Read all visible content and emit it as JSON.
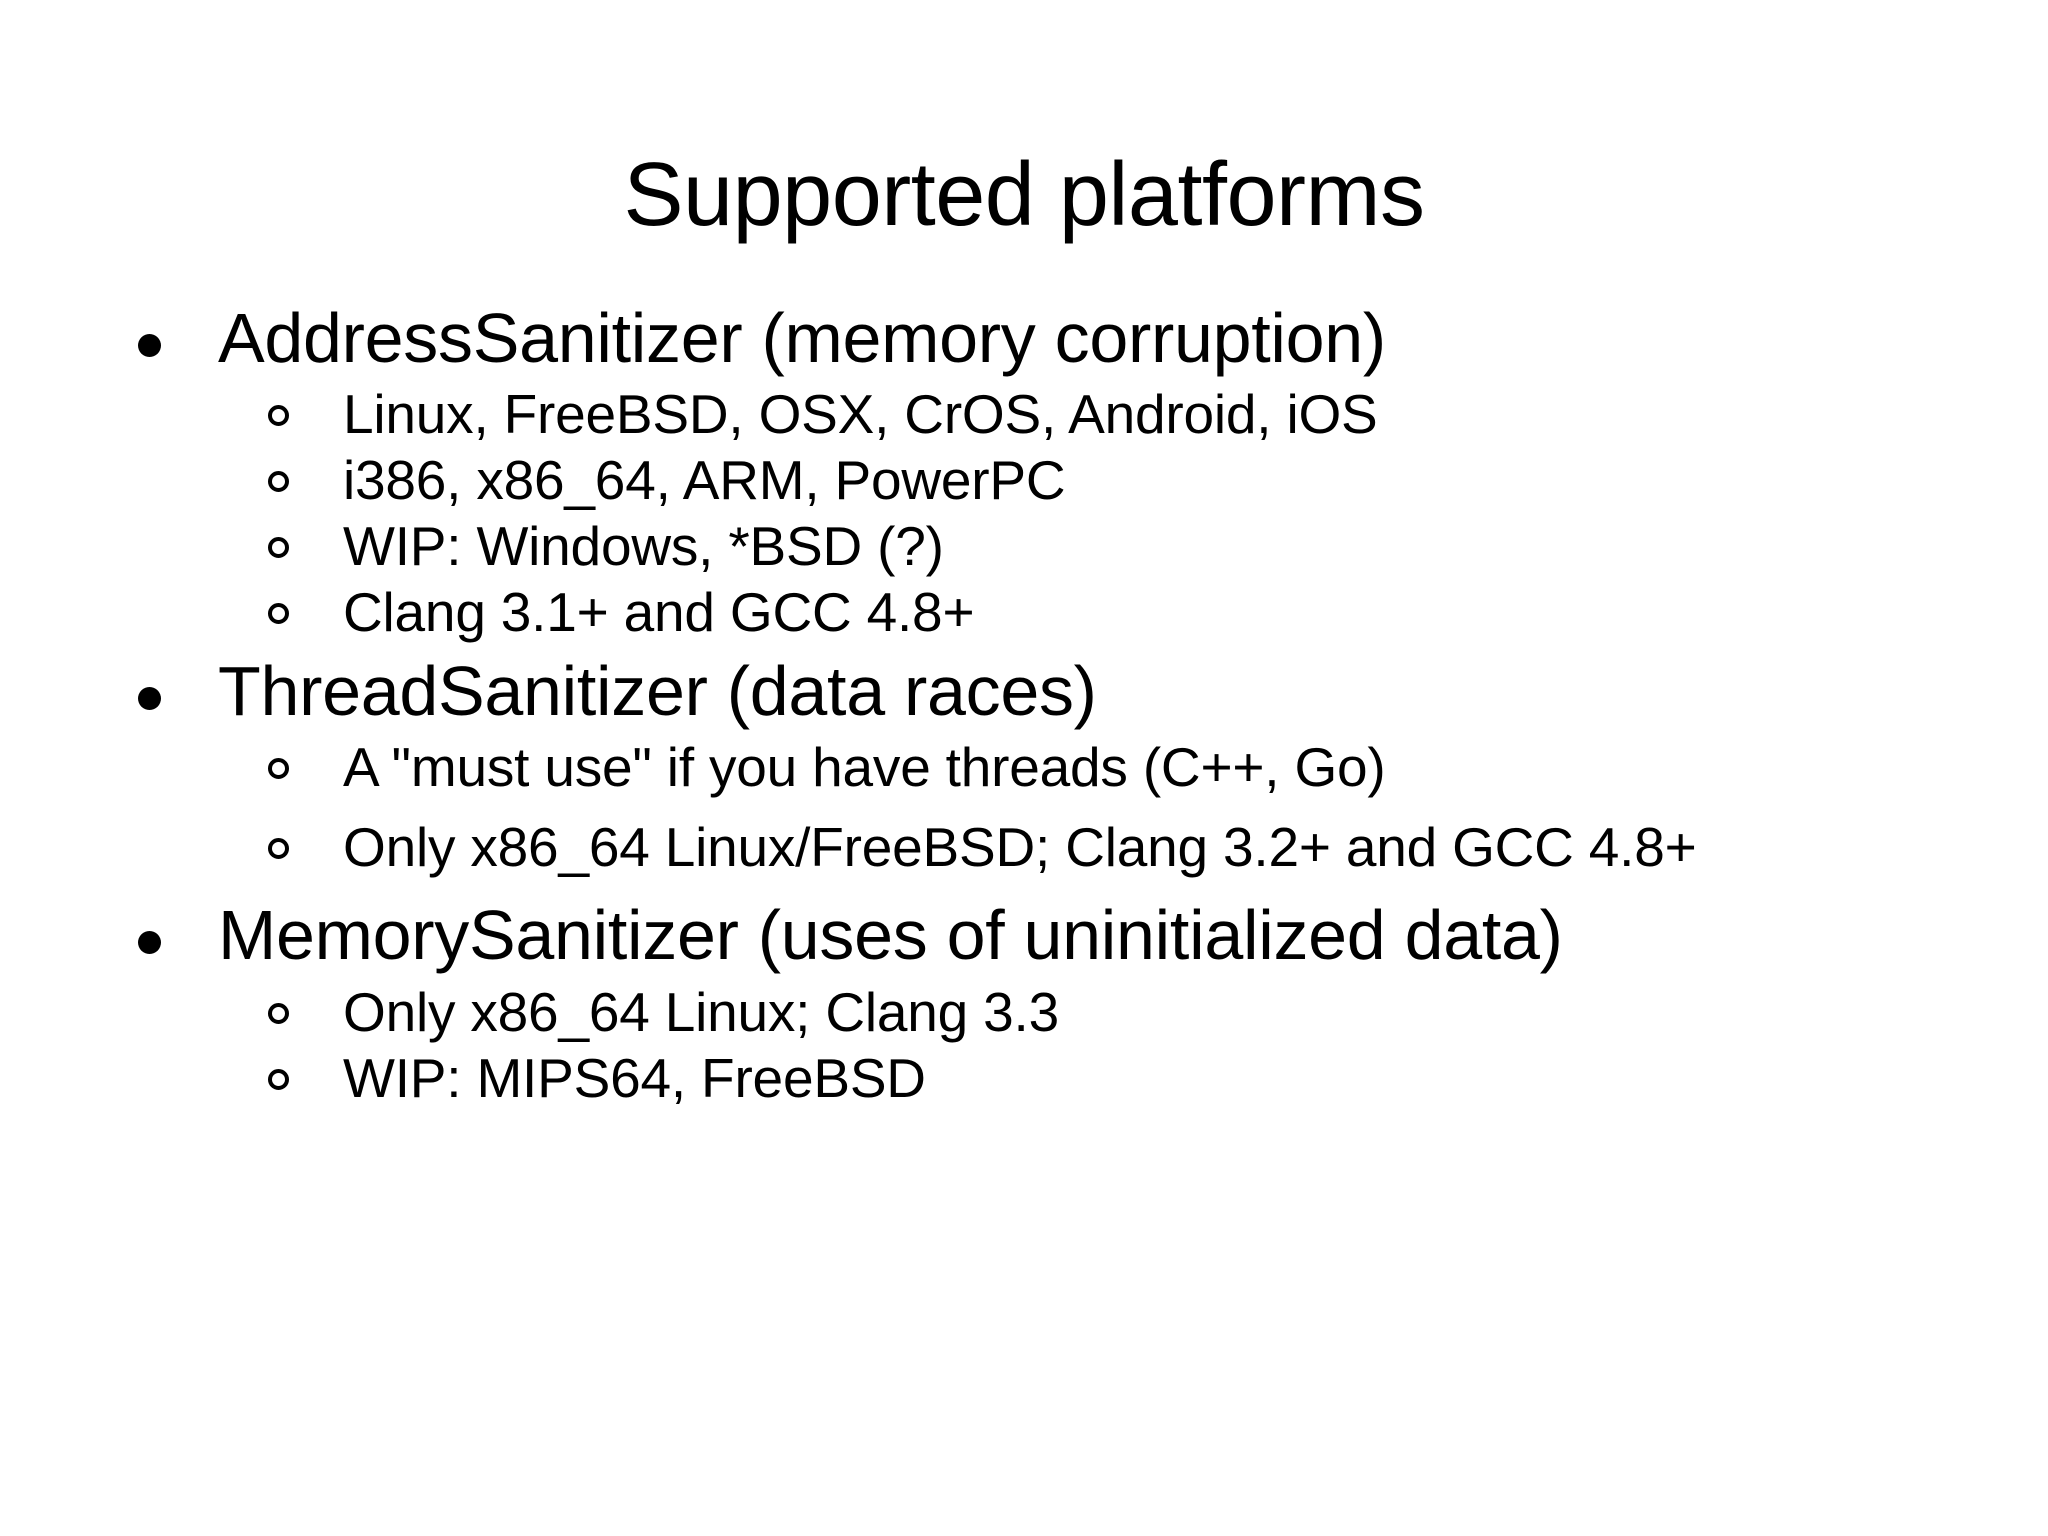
{
  "slide": {
    "title": "Supported platforms",
    "background_color": "#ffffff",
    "text_color": "#000000",
    "bullet_glyphs": {
      "level1": "●",
      "level2": "○"
    },
    "sections": [
      {
        "heading": "AddressSanitizer (memory corruption)",
        "items": [
          "Linux, FreeBSD, OSX, CrOS, Android, iOS",
          "i386, x86_64, ARM, PowerPC",
          "WIP: Windows, *BSD (?)",
          "Clang 3.1+ and GCC 4.8+"
        ]
      },
      {
        "heading": "ThreadSanitizer (data races)",
        "items": [
          "A \"must use\" if you have threads (C++, Go)",
          "Only x86_64 Linux/FreeBSD; Clang 3.2+ and GCC 4.8+"
        ]
      },
      {
        "heading": "MemorySanitizer (uses of uninitialized data)",
        "items": [
          "Only x86_64 Linux; Clang 3.3",
          "WIP: MIPS64, FreeBSD"
        ]
      }
    ]
  }
}
